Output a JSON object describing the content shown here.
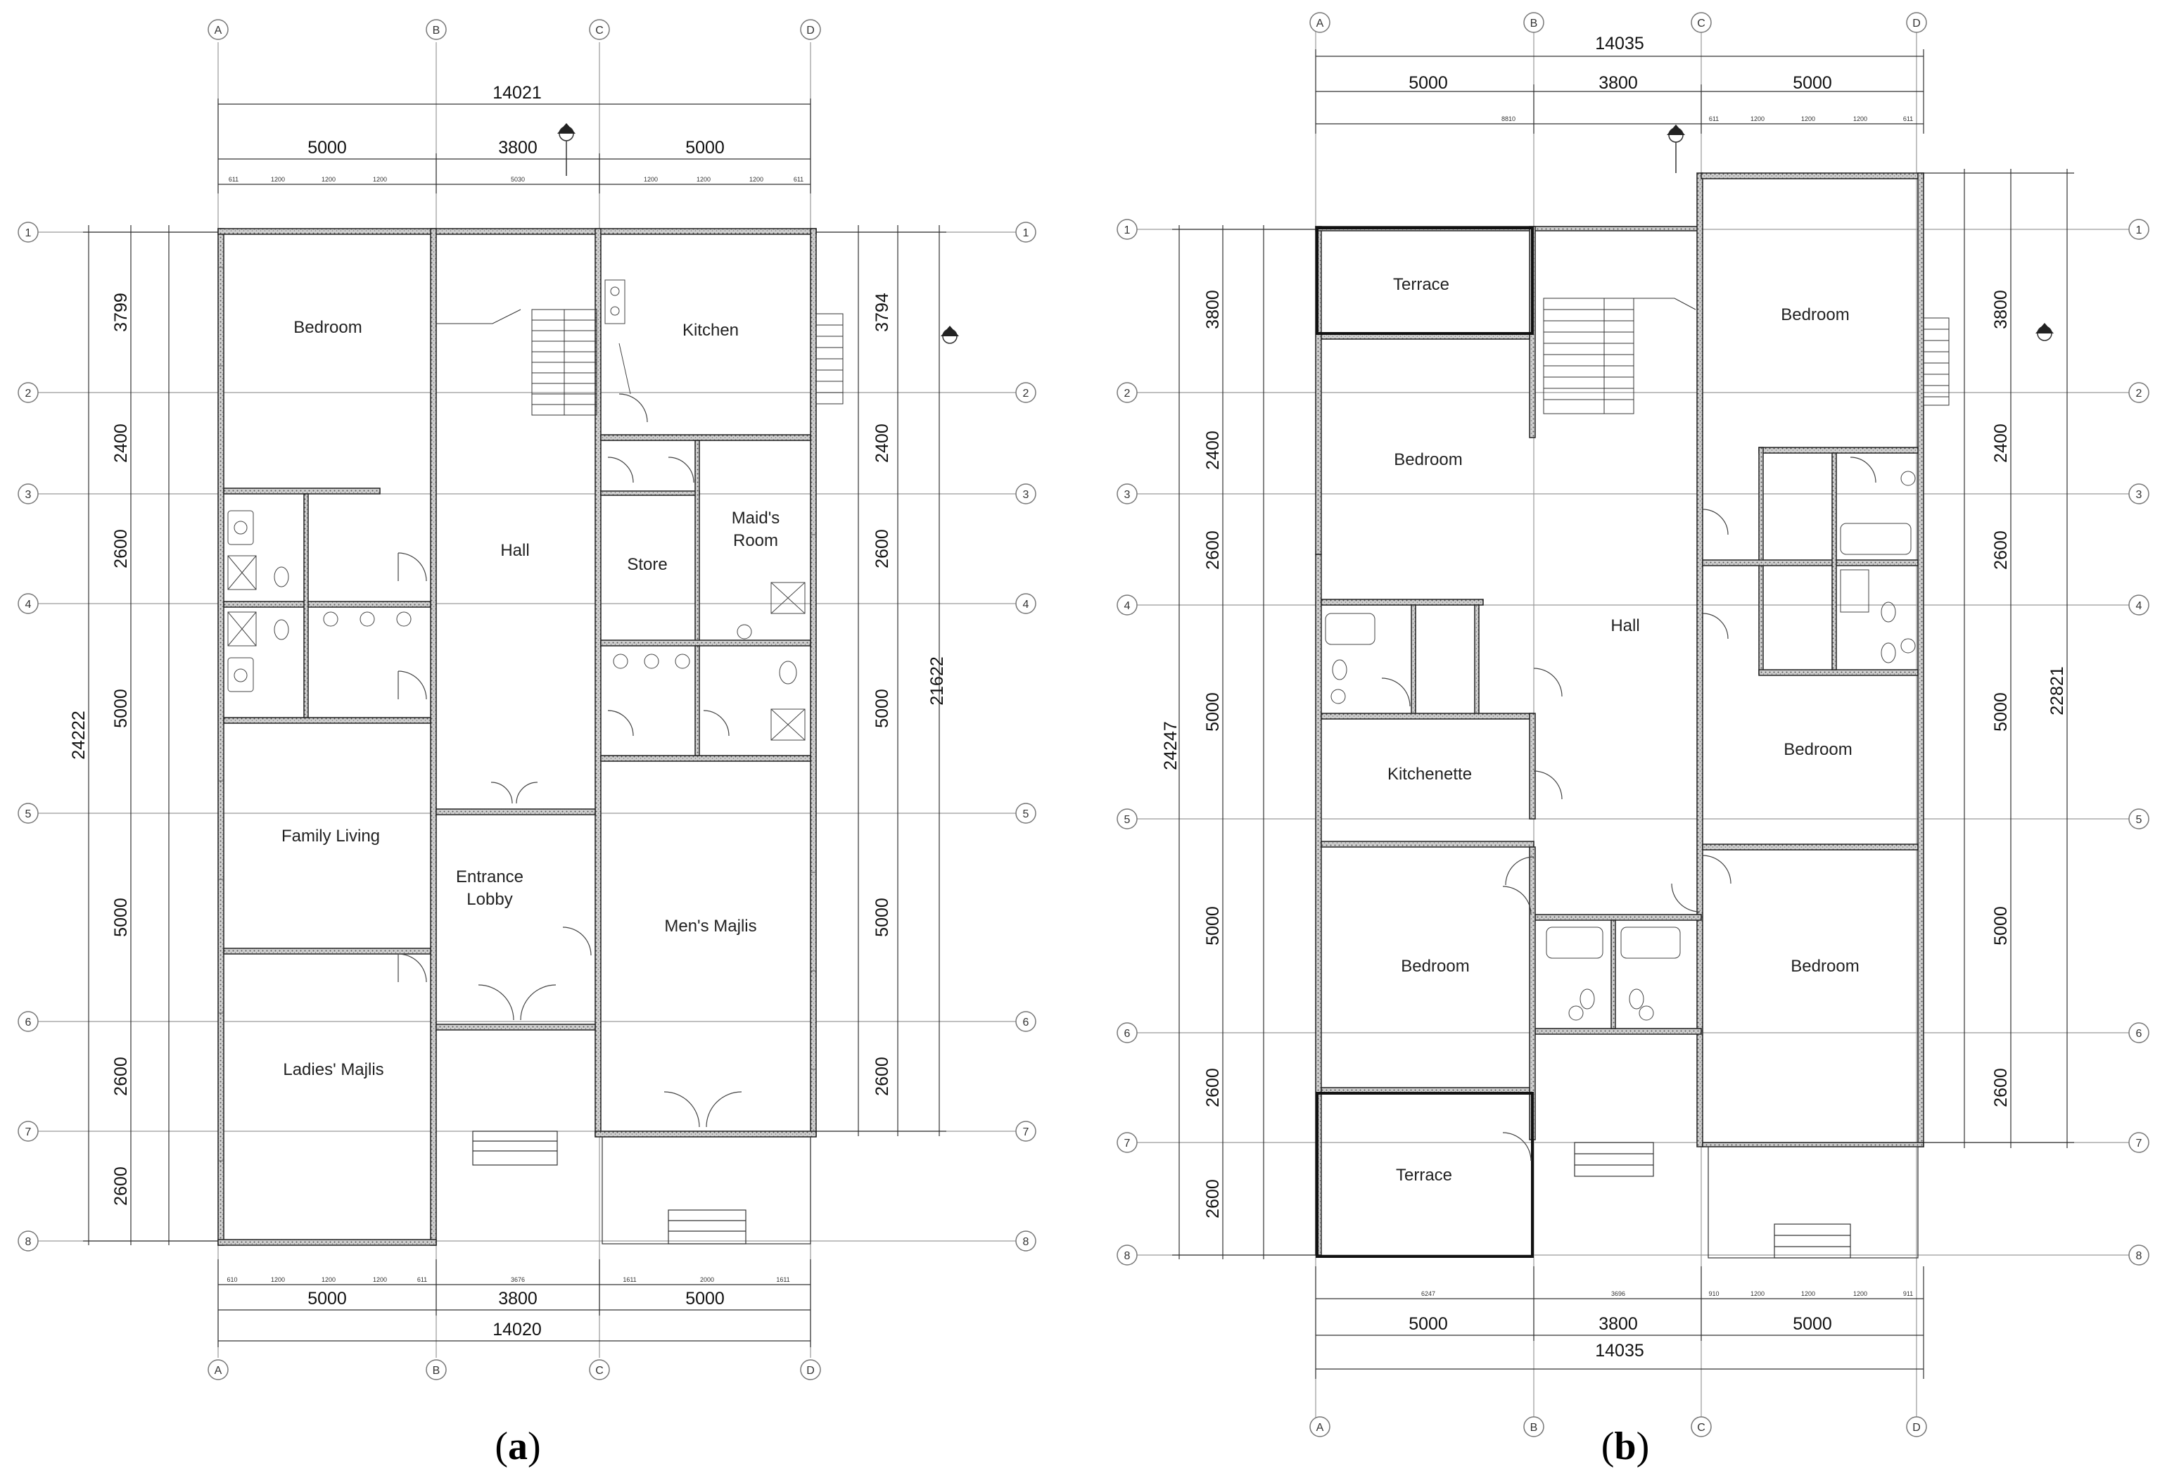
{
  "captions": {
    "a": "a",
    "b": "b"
  },
  "plan_a": {
    "overall_top": "14021",
    "overall_bottom": "14020",
    "overall_left": "24222",
    "overall_right": "21622",
    "bay_top": [
      "5000",
      "3800",
      "5000"
    ],
    "bay_bottom": [
      "5000",
      "3800",
      "5000"
    ],
    "left_rows": [
      "3799",
      "2400",
      "2600",
      "5000",
      "5000",
      "2600",
      "2600"
    ],
    "right_rows": [
      "3794",
      "2400",
      "2600",
      "5000",
      "5000",
      "2600"
    ],
    "sub_top_left": [
      "611",
      "1200",
      "1200",
      "1200"
    ],
    "sub_top_mid": "5030",
    "sub_top_right": [
      "1200",
      "1200",
      "1200",
      "611"
    ],
    "sub_bottom_left": [
      "610",
      "1200",
      "1200",
      "1200",
      "611"
    ],
    "sub_bottom_mid": "3676",
    "sub_bottom_right": [
      "1611",
      "2000",
      "1611"
    ],
    "rooms": {
      "bedroom": "Bedroom",
      "hall": "Hall",
      "kitchen": "Kitchen",
      "store": "Store",
      "maids_room_1": "Maid's",
      "maids_room_2": "Room",
      "family_living": "Family Living",
      "entrance_lobby_1": "Entrance",
      "entrance_lobby_2": "Lobby",
      "mens_majlis": "Men's Majlis",
      "ladies_majlis": "Ladies' Majlis"
    }
  },
  "plan_b": {
    "overall_top": "14035",
    "overall_bottom": "14035",
    "overall_left": "24247",
    "overall_right": "22821",
    "bay_top": [
      "5000",
      "3800",
      "5000"
    ],
    "bay_bottom": [
      "5000",
      "3800",
      "5000"
    ],
    "left_rows": [
      "3800",
      "2400",
      "2600",
      "5000",
      "5000",
      "2600",
      "2600"
    ],
    "right_rows": [
      "3800",
      "2400",
      "2600",
      "5000",
      "5000",
      "2600"
    ],
    "sub_top_left": "8810",
    "sub_top_right": [
      "611",
      "1200",
      "1200",
      "1200",
      "611"
    ],
    "sub_bottom_left": "6247",
    "sub_bottom_mid": "3696",
    "sub_bottom_right": [
      "910",
      "1200",
      "1200",
      "1200",
      "911"
    ],
    "rooms": {
      "terrace_top": "Terrace",
      "bedroom_top_right": "Bedroom",
      "bedroom_left": "Bedroom",
      "hall": "Hall",
      "bedroom_mid_right": "Bedroom",
      "kitchenette": "Kitchenette",
      "bedroom_bottom_left": "Bedroom",
      "bedroom_bottom_right": "Bedroom",
      "terrace_bottom": "Terrace"
    }
  },
  "grid_columns": [
    "A",
    "B",
    "C",
    "D"
  ],
  "grid_rows": [
    "1",
    "2",
    "3",
    "4",
    "5",
    "6",
    "7",
    "8"
  ]
}
